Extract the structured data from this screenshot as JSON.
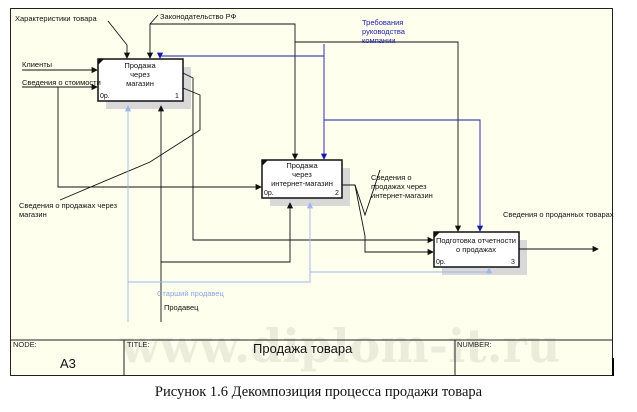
{
  "diagram": {
    "activities": [
      {
        "title_lines": [
          "Продажа",
          "через",
          "магазин"
        ],
        "cost": "0р.",
        "number": "1"
      },
      {
        "title_lines": [
          "Продажа",
          "через",
          "интернет-магазин"
        ],
        "cost": "0р.",
        "number": "2"
      },
      {
        "title_lines": [
          "Подготовка отчетности",
          "о продажах"
        ],
        "cost": "0р.",
        "number": "3"
      }
    ],
    "arrows": {
      "product_characteristics": "Характеристики товара",
      "legislation": "Законодательство РФ",
      "management_requirements": [
        "Требования",
        "руководства",
        "компании"
      ],
      "clients": "Клиенты",
      "cost_info": "Сведения о стоимости",
      "store_sales_info": [
        "Сведения о продажах через",
        "магазин"
      ],
      "online_sales_info": [
        "Сведения о",
        "продажах через",
        "интернет-магазин"
      ],
      "sold_goods_info": "Сведения о проданных товарах",
      "senior_seller": "Старший продавец",
      "seller": "Продавец"
    },
    "colors": {
      "control_blue": "#1a1aa8",
      "mechanism_lightblue": "#9fb4ea",
      "arrow_black": "#111111",
      "canvas": "#ffffee"
    }
  },
  "title_block": {
    "node_label": "NODE:",
    "node_value": "A3",
    "title_label": "TITLE:",
    "title_value": "Продажа товара",
    "number_label": "NUMBER:"
  },
  "watermark": "www.diplom-it.ru",
  "caption": "Рисунок 1.6 Декомпозиция процесса продажи товара"
}
